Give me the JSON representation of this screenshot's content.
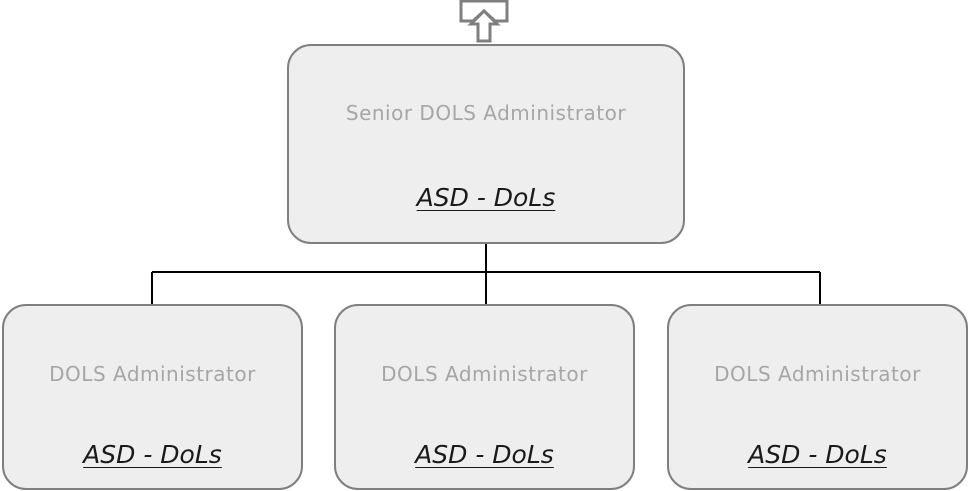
{
  "org_chart": {
    "root": {
      "title": "Senior DOLS Administrator",
      "unit": "ASD - DoLs"
    },
    "children": [
      {
        "title": "DOLS Administrator",
        "unit": "ASD - DoLs"
      },
      {
        "title": "DOLS Administrator",
        "unit": "ASD - DoLs"
      },
      {
        "title": "DOLS Administrator",
        "unit": "ASD - DoLs"
      }
    ],
    "navigation": {
      "up_icon": "up-arrow-icon"
    }
  },
  "colors": {
    "box_fill": "#eeeeee",
    "box_border": "#7f7f7f",
    "title_text": "#a6a6a6",
    "unit_text": "#1a1a1a",
    "connector": "#000000"
  }
}
